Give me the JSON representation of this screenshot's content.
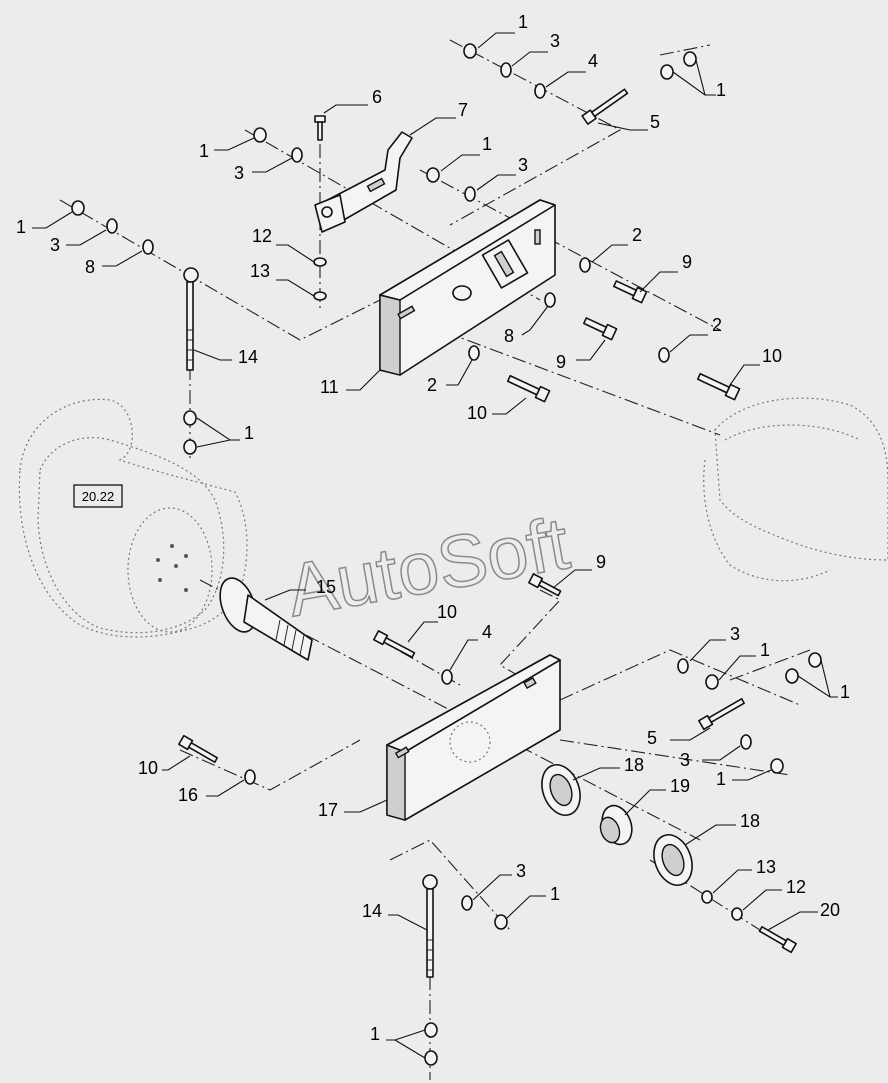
{
  "figure": {
    "reference_label": "20.22",
    "watermark": "AutoSoft"
  },
  "callouts": {
    "c1a": "1",
    "c3a": "3",
    "c4a": "4",
    "c1b": "1",
    "c5a": "5",
    "c6": "6",
    "c7": "7",
    "c1c": "1",
    "c3b": "3",
    "c1d": "1",
    "c3c": "3",
    "c1e": "1",
    "c3d": "3",
    "c8a": "8",
    "c12a": "12",
    "c13a": "13",
    "c2a": "2",
    "c9a": "9",
    "c8b": "8",
    "c9b": "9",
    "c2b": "2",
    "c10a": "10",
    "c14a": "14",
    "c11": "11",
    "c2c": "2",
    "c10b": "10",
    "c1f": "1",
    "c15": "15",
    "c9c": "9",
    "c10c": "10",
    "c4b": "4",
    "c3e": "3",
    "c1g": "1",
    "c1h": "1",
    "c5b": "5",
    "c3f": "3",
    "c1i": "1",
    "c10d": "10",
    "c16": "16",
    "c18a": "18",
    "c19": "19",
    "c18b": "18",
    "c17": "17",
    "c13b": "13",
    "c12b": "12",
    "c20": "20",
    "c3g": "3",
    "c1j": "1",
    "c14b": "14",
    "c1k": "1"
  }
}
